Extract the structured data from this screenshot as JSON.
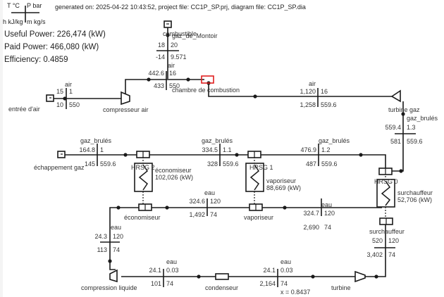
{
  "header": {
    "generated_text": "generated on: 2025-04-22 10:43:52, project file: CC1P_SP.prj, diagram file: CC1P_SP.dia",
    "legend": {
      "T": "T °C",
      "P": "P bar",
      "h": "h kJ/kg",
      "m": "m kg/s"
    },
    "useful_power": "Useful Power: 226,474 (kW)",
    "paid_power": "Paid Power: 466,080 (kW)",
    "efficiency": "Efficiency: 0.4859"
  },
  "components": {
    "combustible": "combustible",
    "gaz_de_montoir": "gaz_de_Montoir",
    "entree_air": "entrée d'air",
    "compresseur_air": "compresseur air",
    "chambre_combustion": "chambre de combustion",
    "turbine_gaz": "turbine gaz",
    "echappement_gaz": "échappement gaz",
    "hrsg2": "HRSG 2",
    "hrsg1": "HRSG 1",
    "hrsg0": "HRSG 0",
    "economiseur": {
      "name": "économiseur",
      "power": "102,026 (kW)",
      "node": "économiseur"
    },
    "vaporiseur": {
      "name": "vaporiseur",
      "power": "88,669 (kW)",
      "node": "vaporiseur"
    },
    "surchauffeur": {
      "name": "surchauffeur",
      "power": "52,706 (kW)",
      "node": "surchauffeur"
    },
    "compression_liquide": "compression liquide",
    "condenseur": "condenseur",
    "turbine": "turbine"
  },
  "points": {
    "fuel": {
      "fluid": "",
      "T": "18",
      "P": "20",
      "h": "-14",
      "m": "9.571"
    },
    "air_in": {
      "fluid": "air",
      "T": "15",
      "P": "1",
      "h": "10",
      "m": "550"
    },
    "air_comp": {
      "fluid": "air",
      "T": "442.6",
      "P": "16",
      "h": "433",
      "m": "550"
    },
    "air_hot": {
      "fluid": "air",
      "T": "1,120",
      "P": "16",
      "h": "1,258",
      "m": "559.6"
    },
    "gaz_tg": {
      "fluid": "gaz_brulés",
      "T": "559.4",
      "P": "1.3",
      "h": "581",
      "m": "559.6"
    },
    "gaz_1_2": {
      "fluid": "gaz_brulés",
      "T": "476.9",
      "P": "1.2",
      "h": "487",
      "m": "559.6"
    },
    "gaz_1_1": {
      "fluid": "gaz_brulés",
      "T": "334.5",
      "P": "1.1",
      "h": "328",
      "m": "559.6"
    },
    "gaz_exh": {
      "fluid": "gaz_brulés",
      "T": "164.8",
      "P": "1",
      "h": "145",
      "m": "559.6"
    },
    "eau_eco": {
      "fluid": "eau",
      "T": "324.6",
      "P": "120",
      "h": "1,492",
      "m": "74"
    },
    "eau_vap": {
      "fluid": "eau",
      "T": "324.7",
      "P": "120",
      "h": "2,690",
      "m": "74"
    },
    "eau_sur": {
      "fluid": "",
      "T": "520",
      "P": "120",
      "h": "3,402",
      "m": "74"
    },
    "eau_pump": {
      "fluid": "eau",
      "T": "24.3",
      "P": "120",
      "h": "113",
      "m": "74"
    },
    "eau_cond_out": {
      "fluid": "eau",
      "T": "24.1",
      "P": "0.03",
      "h": "101",
      "m": "74"
    },
    "eau_turb_out": {
      "fluid": "eau",
      "T": "24.1",
      "P": "0.03",
      "h": "2,164",
      "m": "74",
      "x": "x = 0.8437"
    }
  },
  "colors": {
    "line": "#1a1a1a",
    "combustion_box": "#e02020"
  }
}
